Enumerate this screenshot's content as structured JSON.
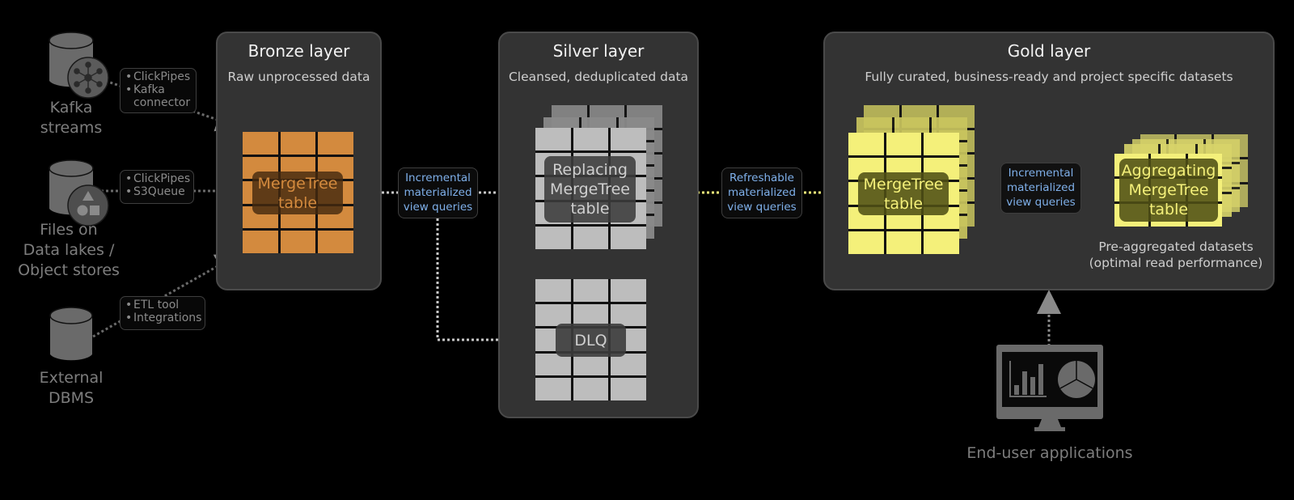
{
  "sources": [
    {
      "label_lines": [
        "Kafka",
        "streams"
      ],
      "icon": "network-hub-icon",
      "tags": [
        "ClickPipes",
        "Kafka connector"
      ]
    },
    {
      "label_lines": [
        "Files on",
        "Data lakes /",
        "Object stores"
      ],
      "icon": "shapes-icon",
      "tags": [
        "ClickPipes",
        "S3Queue"
      ]
    },
    {
      "label_lines": [
        "External",
        "DBMS"
      ],
      "icon": "database-icon",
      "tags": [
        "ETL tool",
        "Integrations"
      ]
    }
  ],
  "layers": {
    "bronze": {
      "title": "Bronze layer",
      "subtitle": "Raw unprocessed data",
      "table_lines": [
        "MergeTree",
        "table"
      ],
      "color": "#d38a3e"
    },
    "silver": {
      "title": "Silver layer",
      "subtitle": "Cleansed, deduplicated data",
      "table_lines": [
        "Replacing",
        "MergeTree",
        "table"
      ],
      "dlq_label": "DLQ",
      "color": "#bdbdbd"
    },
    "gold": {
      "title": "Gold layer",
      "subtitle": "Fully curated, business-ready and project specific datasets",
      "table_lines": [
        "MergeTree",
        "table"
      ],
      "agg_table_lines": [
        "Aggregating",
        "MergeTree",
        "table"
      ],
      "footnote_lines": [
        "Pre-aggregated datasets",
        "(optimal read performance)"
      ],
      "color": "#f4f07a"
    }
  },
  "connectors": {
    "bronze_to_silver": [
      "Incremental",
      "materialized",
      "view queries"
    ],
    "silver_to_gold": [
      "Refreshable",
      "materialized",
      "view queries"
    ],
    "gold_internal": [
      "Incremental",
      "materialized",
      "view queries"
    ]
  },
  "consumer": {
    "label": "End-user applications",
    "icon": "monitor-dashboard-icon"
  },
  "colors": {
    "background": "#000000",
    "panel": "#333333",
    "link_text": "#7fb0ea",
    "dotted_gray": "#9a9a9a",
    "dotted_yellow": "#f4f07a"
  }
}
